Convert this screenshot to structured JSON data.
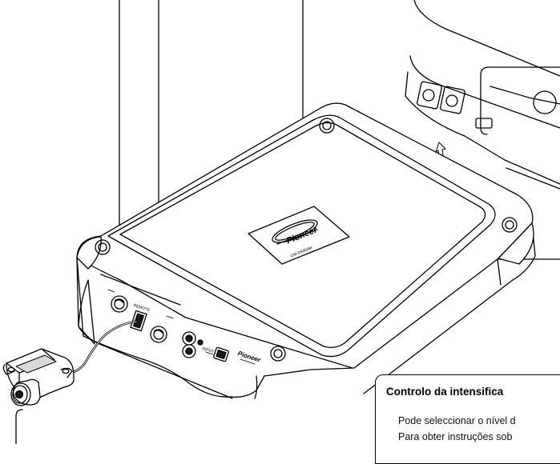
{
  "section": {
    "title": "Controlo da intensifica",
    "lines": [
      "Pode seleccionar o nível d",
      "Para obter instruções sob"
    ]
  },
  "device": {
    "brand_plate": "Pioneer",
    "plate_subtitle": "GM-D8400M",
    "side_brand": "Pioneer",
    "port_labels": {
      "remote": "REMOTE",
      "input": "INPUT"
    }
  },
  "colors": {
    "line": "#000000",
    "body_fill": "#ffffff",
    "dark": "#1a1a1a",
    "grey": "#d9d9d9"
  }
}
